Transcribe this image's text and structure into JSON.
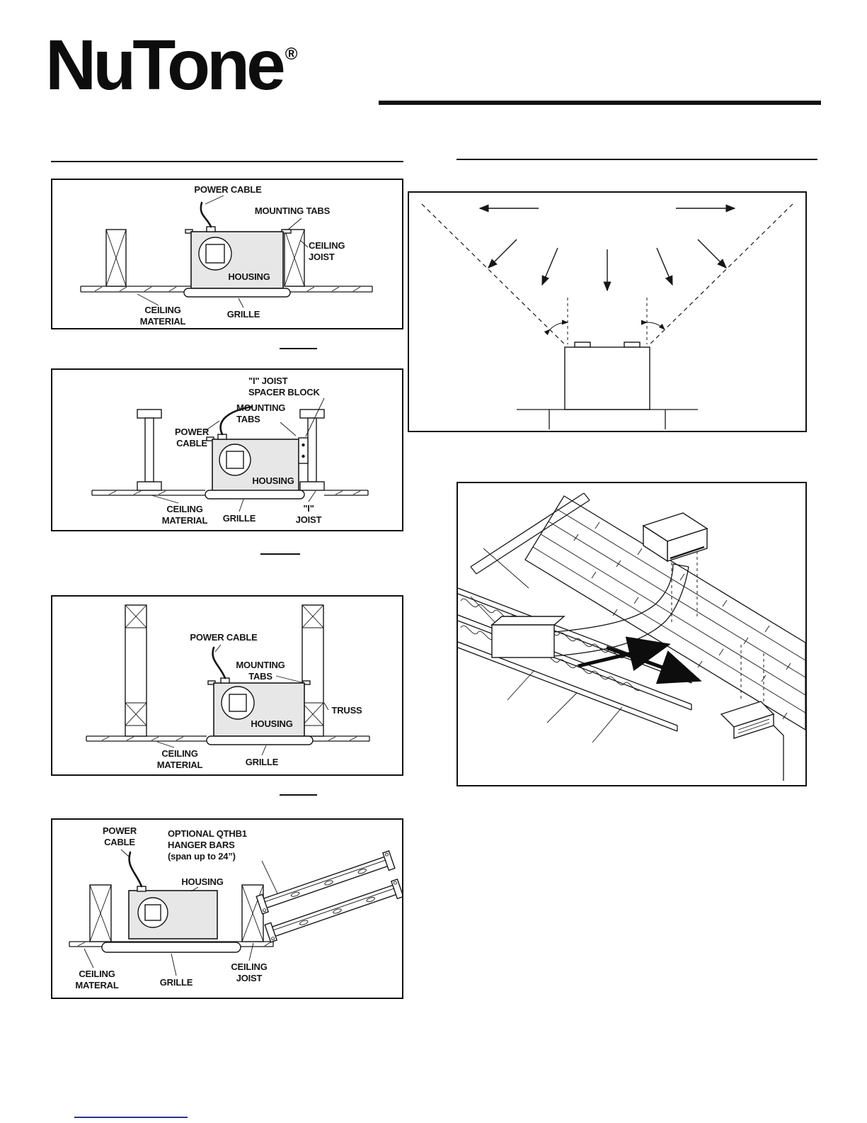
{
  "brand": {
    "name": "NuTone",
    "reg": "®"
  },
  "fig_joist": {
    "power_cable": "POWER CABLE",
    "mounting_tabs": "MOUNTING TABS",
    "ceiling_joist1": "CEILING",
    "ceiling_joist2": "JOIST",
    "housing": "HOUSING",
    "ceiling_material1": "CEILING",
    "ceiling_material2": "MATERIAL",
    "grille": "GRILLE"
  },
  "fig_ijoist": {
    "spacer1": "\"I\" JOIST",
    "spacer2": "SPACER BLOCK",
    "mounting1": "MOUNTING",
    "mounting2": "TABS",
    "power1": "POWER",
    "power2": "CABLE",
    "housing": "HOUSING",
    "ceiling_material1": "CEILING",
    "ceiling_material2": "MATERIAL",
    "grille": "GRILLE",
    "ijoist1": "\"I\"",
    "ijoist2": "JOIST"
  },
  "fig_truss": {
    "power_cable": "POWER CABLE",
    "mounting1": "MOUNTING",
    "mounting2": "TABS",
    "truss": "TRUSS",
    "housing": "HOUSING",
    "ceiling_material1": "CEILING",
    "ceiling_material2": "MATERIAL",
    "grille": "GRILLE"
  },
  "fig_hanger": {
    "power1": "POWER",
    "power2": "CABLE",
    "hanger1": "OPTIONAL QTHB1",
    "hanger2": "HANGER BARS",
    "hanger3": "(span up to 24”)",
    "housing": "HOUSING",
    "ceiling_material1": "CEILING",
    "ceiling_material2": "MATERAL",
    "grille": "GRILLE",
    "ceiling_joist1": "CEILING",
    "ceiling_joist2": "JOIST"
  }
}
